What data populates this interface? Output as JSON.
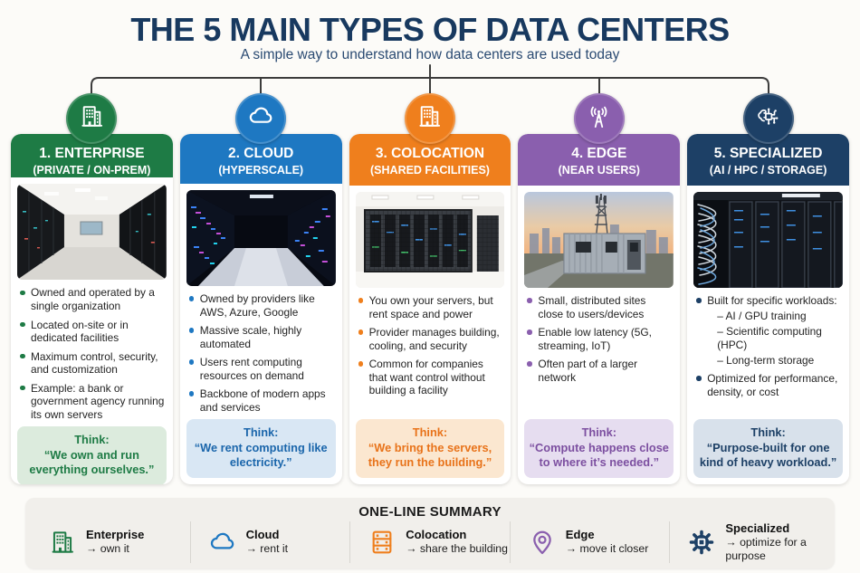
{
  "page": {
    "title": "THE 5 MAIN TYPES OF DATA CENTERS",
    "subtitle": "A simple way to understand how data centers are used today",
    "title_color": "#18395f"
  },
  "columns": [
    {
      "id": "enterprise",
      "title": "1. ENTERPRISE",
      "subtitle": "(PRIVATE / ON-PREM)",
      "accent": "#1e7b45",
      "tint": "#dcebdd",
      "think_color": "#1e7b45",
      "icon": "building-icon",
      "photo": "enterprise-server-room-photo",
      "bullets": [
        {
          "text": "Owned and operated by a single organization"
        },
        {
          "text": "Located on-site or in dedicated facilities"
        },
        {
          "text": "Maximum control, security, and customization"
        },
        {
          "text": "Example: a bank or government agency running its own servers"
        }
      ],
      "think_label": "Think:",
      "think_quote": "“We own and run everything ourselves.”"
    },
    {
      "id": "cloud",
      "title": "2. CLOUD",
      "subtitle": "(HYPERSCALE)",
      "accent": "#1e78c2",
      "tint": "#d9e7f4",
      "think_color": "#1b66ab",
      "icon": "cloud-icon",
      "photo": "cloud-neon-racks-photo",
      "bullets": [
        {
          "text": "Owned by providers like AWS, Azure, Google"
        },
        {
          "text": "Massive scale, highly automated"
        },
        {
          "text": "Users rent computing resources on demand"
        },
        {
          "text": "Backbone of modern apps and services"
        }
      ],
      "think_label": "Think:",
      "think_quote": "“We rent computing like electricity.”"
    },
    {
      "id": "colocation",
      "title": "3. COLOCATION",
      "subtitle": "(SHARED FACILITIES)",
      "accent": "#ef7f1d",
      "tint": "#fbe7d0",
      "think_color": "#e8731a",
      "icon": "building-icon",
      "photo": "colocation-cages-photo",
      "bullets": [
        {
          "text": "You own your servers, but rent space and power"
        },
        {
          "text": "Provider manages building, cooling, and security"
        },
        {
          "text": "Common for companies that want control without building a facility"
        }
      ],
      "think_label": "Think:",
      "think_quote": "“We bring the servers, they run the building.”"
    },
    {
      "id": "edge",
      "title": "4. EDGE",
      "subtitle": "(NEAR USERS)",
      "accent": "#8a5fae",
      "tint": "#e6ddf0",
      "think_color": "#7c4fa0",
      "icon": "radio-tower-icon",
      "photo": "edge-container-site-photo",
      "bullets": [
        {
          "text": "Small, distributed sites close to users/devices"
        },
        {
          "text": "Enable low latency (5G, streaming, IoT)"
        },
        {
          "text": "Often part of a larger network"
        }
      ],
      "think_label": "Think:",
      "think_quote": "“Compute happens close to where it’s needed.”"
    },
    {
      "id": "specialized",
      "title": "5. SPECIALIZED",
      "subtitle": "(AI / HPC / STORAGE)",
      "accent": "#1d4066",
      "tint": "#d8e1eb",
      "think_color": "#1d4066",
      "icon": "ai-chip-icon",
      "photo": "specialized-cabled-racks-photo",
      "bullets": [
        {
          "text": "Built for specific workloads:",
          "subs": [
            "– AI / GPU training",
            "– Scientific computing (HPC)",
            "– Long-term storage"
          ]
        },
        {
          "text": "Optimized for performance, density, or cost"
        }
      ],
      "think_label": "Think:",
      "think_quote": "“Purpose-built for one kind of heavy workload.”"
    }
  ],
  "summary": {
    "title": "ONE-LINE SUMMARY",
    "items": [
      {
        "label": "Enterprise",
        "tagline": "→ own it",
        "icon": "building-icon",
        "color": "#1e7b45"
      },
      {
        "label": "Cloud",
        "tagline": "→ rent it",
        "icon": "cloud-icon",
        "color": "#1e78c2"
      },
      {
        "label": "Colocation",
        "tagline": "→ share the building",
        "icon": "server-rack-icon",
        "color": "#ef7f1d"
      },
      {
        "label": "Edge",
        "tagline": "→ move it closer",
        "icon": "location-pin-icon",
        "color": "#8a5fae"
      },
      {
        "label": "Specialized",
        "tagline": "→ optimize for a purpose",
        "icon": "gear-chip-icon",
        "color": "#1d4066"
      }
    ]
  }
}
